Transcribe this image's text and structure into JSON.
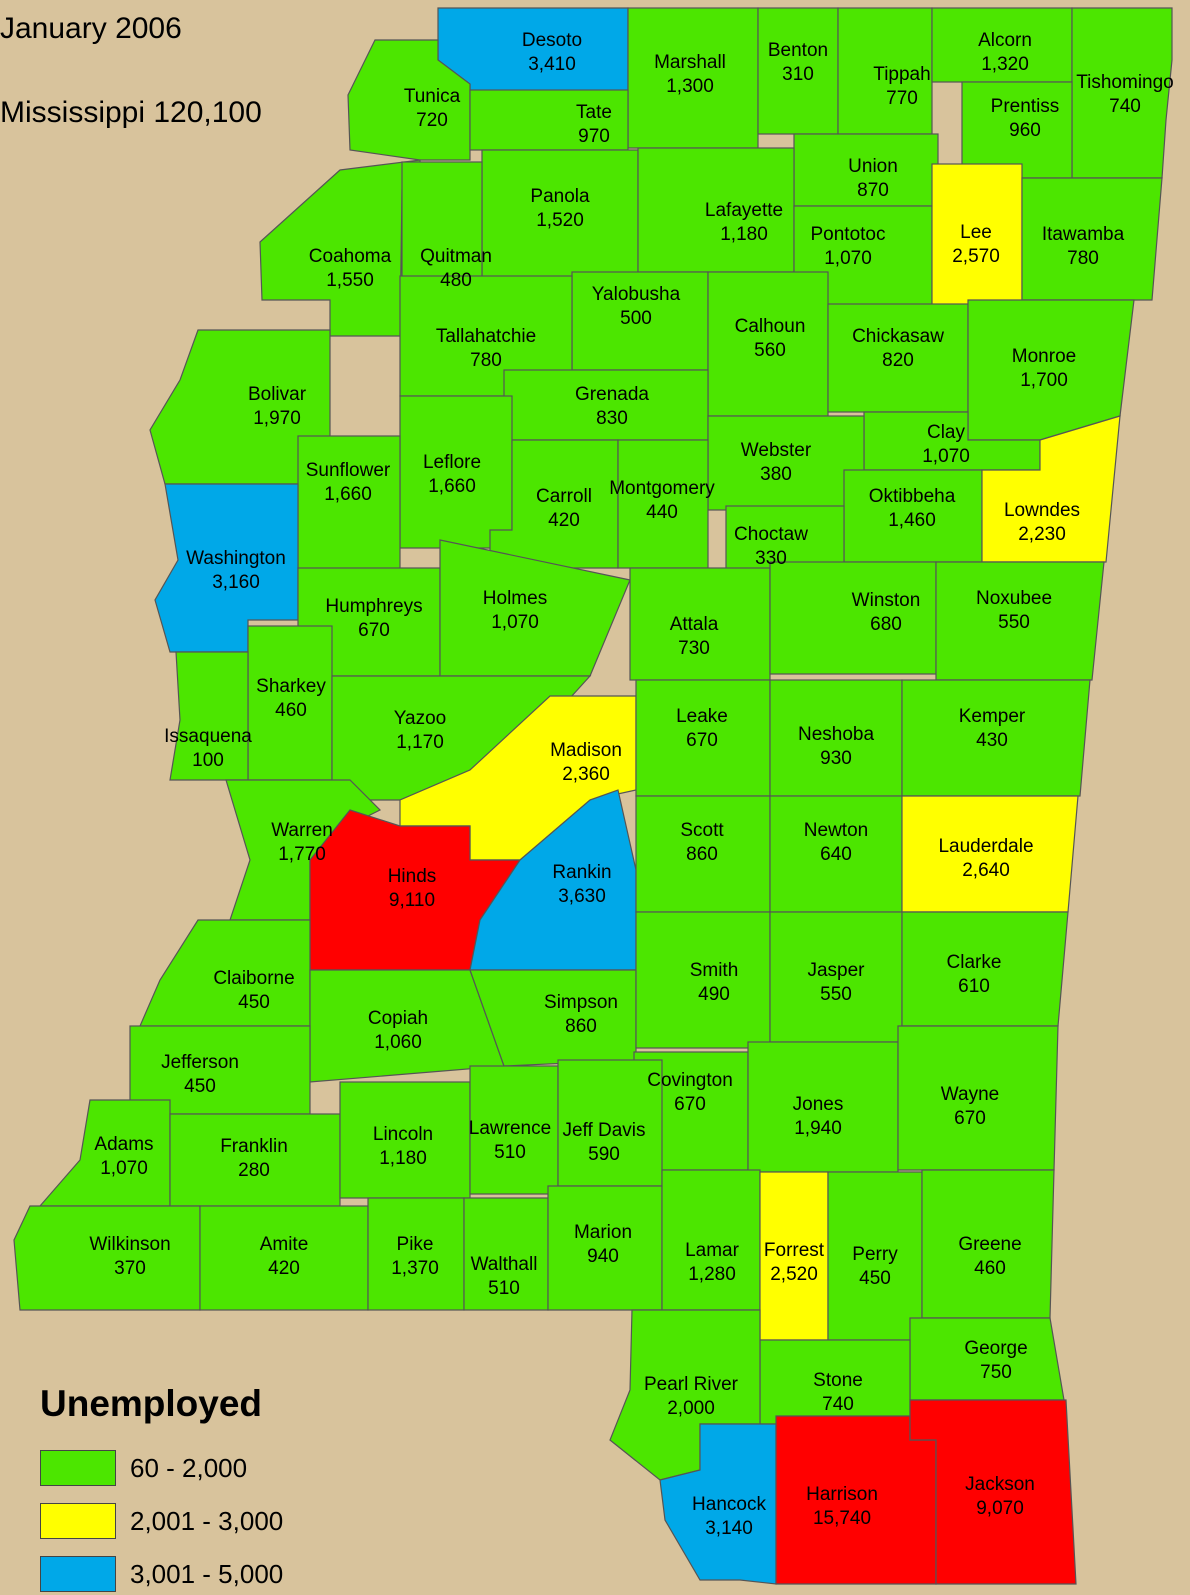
{
  "title": "January 2006",
  "subtitle": "Mississippi 120,100",
  "legend": {
    "title": "Unemployed",
    "items": [
      {
        "label": "60 - 2,000",
        "color": "#4ce600"
      },
      {
        "label": "2,001 - 3,000",
        "color": "#ffff00"
      },
      {
        "label": "3,001 - 5,000",
        "color": "#00a8e8"
      }
    ]
  },
  "colors": {
    "green": "#4ce600",
    "yellow": "#ffff00",
    "blue": "#00a8e8",
    "red": "#ff0000"
  },
  "counties": [
    {
      "name": "Desoto",
      "value": "3,410",
      "class": "blue"
    },
    {
      "name": "Marshall",
      "value": "1,300",
      "class": "green"
    },
    {
      "name": "Benton",
      "value": "310",
      "class": "green"
    },
    {
      "name": "Tippah",
      "value": "770",
      "class": "green"
    },
    {
      "name": "Alcorn",
      "value": "1,320",
      "class": "green"
    },
    {
      "name": "Tishomingo",
      "value": "740",
      "class": "green"
    },
    {
      "name": "Tunica",
      "value": "720",
      "class": "green"
    },
    {
      "name": "Tate",
      "value": "970",
      "class": "green"
    },
    {
      "name": "Prentiss",
      "value": "960",
      "class": "green"
    },
    {
      "name": "Union",
      "value": "870",
      "class": "green"
    },
    {
      "name": "Panola",
      "value": "1,520",
      "class": "green"
    },
    {
      "name": "Lafayette",
      "value": "1,180",
      "class": "green"
    },
    {
      "name": "Pontotoc",
      "value": "1,070",
      "class": "green"
    },
    {
      "name": "Lee",
      "value": "2,570",
      "class": "yellow"
    },
    {
      "name": "Itawamba",
      "value": "780",
      "class": "green"
    },
    {
      "name": "Coahoma",
      "value": "1,550",
      "class": "green"
    },
    {
      "name": "Quitman",
      "value": "480",
      "class": "green"
    },
    {
      "name": "Yalobusha",
      "value": "500",
      "class": "green"
    },
    {
      "name": "Tallahatchie",
      "value": "780",
      "class": "green"
    },
    {
      "name": "Calhoun",
      "value": "560",
      "class": "green"
    },
    {
      "name": "Chickasaw",
      "value": "820",
      "class": "green"
    },
    {
      "name": "Monroe",
      "value": "1,700",
      "class": "green"
    },
    {
      "name": "Bolivar",
      "value": "1,970",
      "class": "green"
    },
    {
      "name": "Grenada",
      "value": "830",
      "class": "green"
    },
    {
      "name": "Clay",
      "value": "1,070",
      "class": "green"
    },
    {
      "name": "Webster",
      "value": "380",
      "class": "green"
    },
    {
      "name": "Leflore",
      "value": "1,660",
      "class": "green"
    },
    {
      "name": "Sunflower",
      "value": "1,660",
      "class": "green"
    },
    {
      "name": "Carroll",
      "value": "420",
      "class": "green"
    },
    {
      "name": "Montgomery",
      "value": "440",
      "class": "green"
    },
    {
      "name": "Oktibbeha",
      "value": "1,460",
      "class": "green"
    },
    {
      "name": "Lowndes",
      "value": "2,230",
      "class": "yellow"
    },
    {
      "name": "Choctaw",
      "value": "330",
      "class": "green"
    },
    {
      "name": "Washington",
      "value": "3,160",
      "class": "blue"
    },
    {
      "name": "Humphreys",
      "value": "670",
      "class": "green"
    },
    {
      "name": "Holmes",
      "value": "1,070",
      "class": "green"
    },
    {
      "name": "Attala",
      "value": "730",
      "class": "green"
    },
    {
      "name": "Winston",
      "value": "680",
      "class": "green"
    },
    {
      "name": "Noxubee",
      "value": "550",
      "class": "green"
    },
    {
      "name": "Sharkey",
      "value": "460",
      "class": "green"
    },
    {
      "name": "Issaquena",
      "value": "100",
      "class": "green"
    },
    {
      "name": "Yazoo",
      "value": "1,170",
      "class": "green"
    },
    {
      "name": "Madison",
      "value": "2,360",
      "class": "yellow"
    },
    {
      "name": "Leake",
      "value": "670",
      "class": "green"
    },
    {
      "name": "Neshoba",
      "value": "930",
      "class": "green"
    },
    {
      "name": "Kemper",
      "value": "430",
      "class": "green"
    },
    {
      "name": "Warren",
      "value": "1,770",
      "class": "green"
    },
    {
      "name": "Hinds",
      "value": "9,110",
      "class": "red"
    },
    {
      "name": "Rankin",
      "value": "3,630",
      "class": "blue"
    },
    {
      "name": "Scott",
      "value": "860",
      "class": "green"
    },
    {
      "name": "Newton",
      "value": "640",
      "class": "green"
    },
    {
      "name": "Lauderdale",
      "value": "2,640",
      "class": "yellow"
    },
    {
      "name": "Claiborne",
      "value": "450",
      "class": "green"
    },
    {
      "name": "Copiah",
      "value": "1,060",
      "class": "green"
    },
    {
      "name": "Simpson",
      "value": "860",
      "class": "green"
    },
    {
      "name": "Smith",
      "value": "490",
      "class": "green"
    },
    {
      "name": "Jasper",
      "value": "550",
      "class": "green"
    },
    {
      "name": "Clarke",
      "value": "610",
      "class": "green"
    },
    {
      "name": "Jefferson",
      "value": "450",
      "class": "green"
    },
    {
      "name": "Covington",
      "value": "670",
      "class": "green"
    },
    {
      "name": "Jones",
      "value": "1,940",
      "class": "green"
    },
    {
      "name": "Wayne",
      "value": "670",
      "class": "green"
    },
    {
      "name": "Adams",
      "value": "1,070",
      "class": "green"
    },
    {
      "name": "Franklin",
      "value": "280",
      "class": "green"
    },
    {
      "name": "Lincoln",
      "value": "1,180",
      "class": "green"
    },
    {
      "name": "Lawrence",
      "value": "510",
      "class": "green"
    },
    {
      "name": "Jeff Davis",
      "value": "590",
      "class": "green"
    },
    {
      "name": "Wilkinson",
      "value": "370",
      "class": "green"
    },
    {
      "name": "Amite",
      "value": "420",
      "class": "green"
    },
    {
      "name": "Pike",
      "value": "1,370",
      "class": "green"
    },
    {
      "name": "Walthall",
      "value": "510",
      "class": "green"
    },
    {
      "name": "Marion",
      "value": "940",
      "class": "green"
    },
    {
      "name": "Lamar",
      "value": "1,280",
      "class": "green"
    },
    {
      "name": "Forrest",
      "value": "2,520",
      "class": "yellow"
    },
    {
      "name": "Perry",
      "value": "450",
      "class": "green"
    },
    {
      "name": "Greene",
      "value": "460",
      "class": "green"
    },
    {
      "name": "George",
      "value": "750",
      "class": "green"
    },
    {
      "name": "Stone",
      "value": "740",
      "class": "green"
    },
    {
      "name": "Pearl River",
      "value": "2,000",
      "class": "green"
    },
    {
      "name": "Hancock",
      "value": "3,140",
      "class": "blue"
    },
    {
      "name": "Harrison",
      "value": "15,740",
      "class": "red"
    },
    {
      "name": "Jackson",
      "value": "9,070",
      "class": "red"
    }
  ]
}
